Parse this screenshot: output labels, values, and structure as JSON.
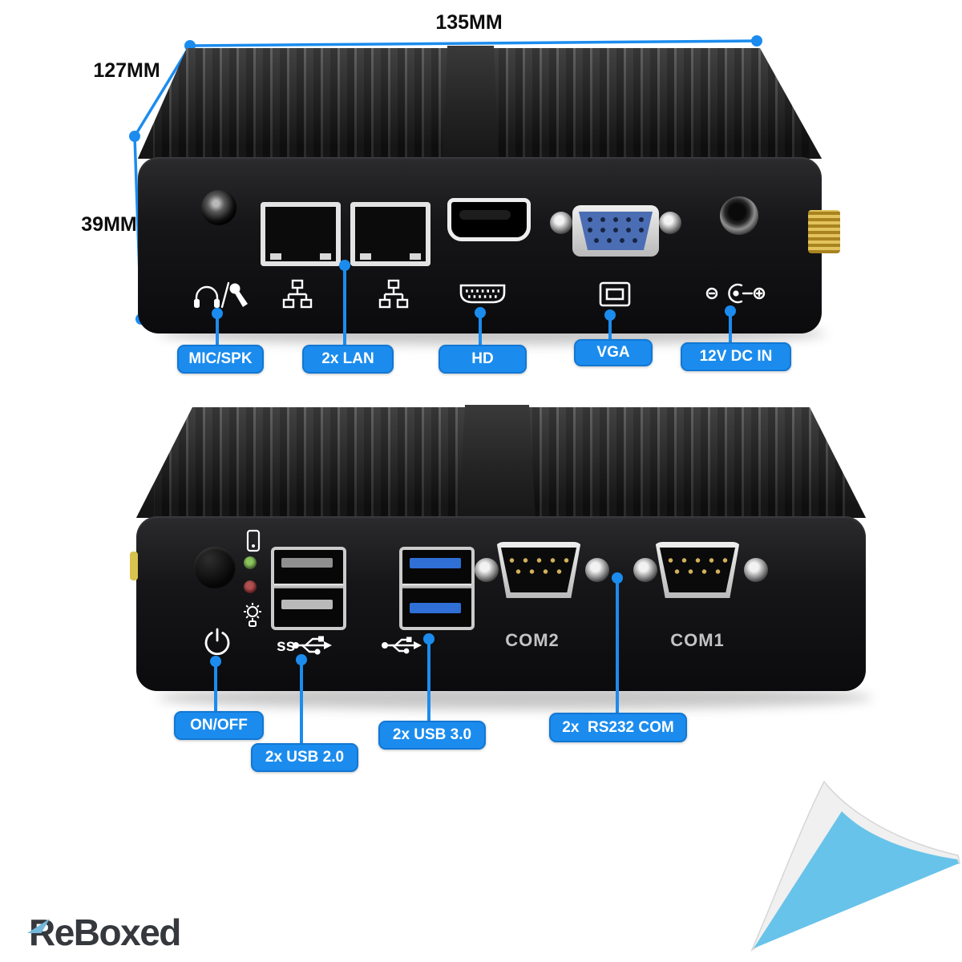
{
  "brand": {
    "logo": "ReBoxed"
  },
  "dimensions": {
    "width": "135MM",
    "depth": "127MM",
    "height": "39MM"
  },
  "front_view": {
    "description": "front panel of fanless mini pc",
    "icons": [
      "headphone-mic",
      "lan",
      "lan",
      "hdmi",
      "vga",
      "dc-power"
    ],
    "callouts": [
      {
        "label": "MIC/SPK"
      },
      {
        "label": "2x LAN"
      },
      {
        "label": "HD"
      },
      {
        "label": "VGA"
      },
      {
        "label": "12V DC IN"
      }
    ]
  },
  "rear_view": {
    "description": "rear panel of fanless mini pc",
    "icons": [
      "power",
      "usb3-ss",
      "usb",
      "hdd-indicator",
      "lamp-indicator"
    ],
    "usb3_ss_text": "ss",
    "port_labels": {
      "com2": "COM2",
      "com1": "COM1"
    },
    "callouts": [
      {
        "label": "ON/OFF"
      },
      {
        "label": "2x USB 2.0"
      },
      {
        "label": "2x USB 3.0"
      },
      {
        "label": "2x  RS232 COM"
      }
    ]
  },
  "colors": {
    "callout_blue": "#1b8cee",
    "vga_blue": "#4a6db3",
    "usb3_blue": "#2f6fd6",
    "antenna_gold": "#c9a22e",
    "page_curl_blue": "#68c3ea",
    "logo_dark": "#35383d"
  }
}
